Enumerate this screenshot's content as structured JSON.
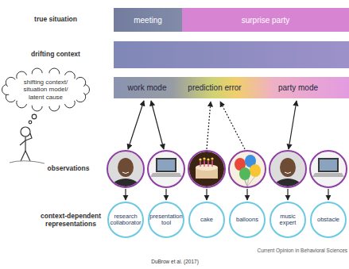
{
  "diagram": {
    "nodes": [
      {
        "text": [
          "meeting"
        ]
      },
      {
        "text": [
          "surprise party"
        ]
      },
      {
        "text": [
          "shifting context/ situation model/ latent cause"
        ]
      },
      {
        "text": [
          "work mode"
        ]
      },
      {
        "text": [
          "prediction error"
        ]
      },
      {
        "text": [
          "party mode"
        ]
      },
      {
        "text": [
          "research collaborator"
        ]
      },
      {
        "text": [
          "presentation tool"
        ]
      },
      {
        "text": [
          "cake"
        ]
      },
      {
        "text": [
          "balloons"
        ]
      },
      {
        "text": [
          "music expert"
        ]
      },
      {
        "text": [
          "obstacle"
        ]
      }
    ],
    "labels": [
      "true situation",
      "drifting context",
      "observations",
      "context-dependent representations",
      "Current Opinion in Behavioral Sciences",
      "DuBrow et al. (2017)"
    ]
  }
}
